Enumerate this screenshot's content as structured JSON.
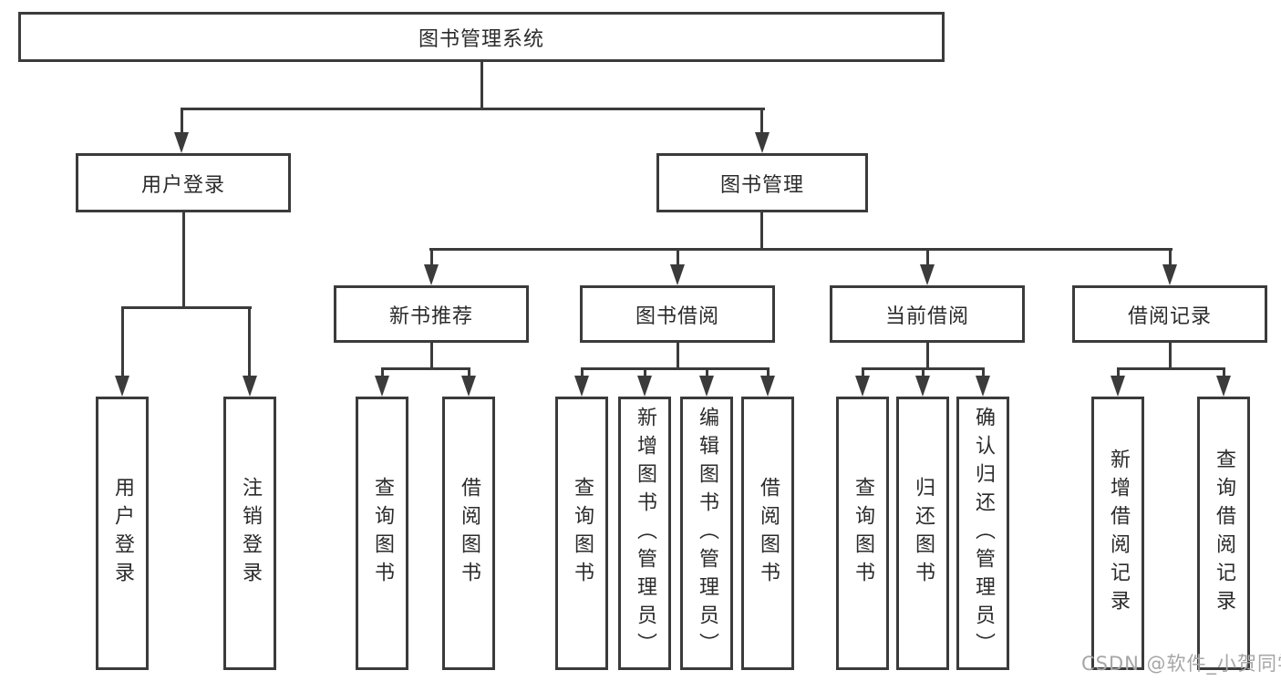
{
  "diagram": {
    "root": "图书管理系统",
    "login_branch": {
      "label": "用户登录",
      "children": [
        "用户登录",
        "注销登录"
      ]
    },
    "mgmt_branch": {
      "label": "图书管理",
      "groups": [
        {
          "label": "新书推荐",
          "children": [
            "查询图书",
            "借阅图书"
          ]
        },
        {
          "label": "图书借阅",
          "children": [
            "查询图书",
            "新增图书（管理员）",
            "编辑图书（管理员）",
            "借阅图书"
          ]
        },
        {
          "label": "当前借阅",
          "children": [
            "查询图书",
            "归还图书",
            "确认归还（管理员）"
          ]
        },
        {
          "label": "借阅记录",
          "children": [
            "新增借阅记录",
            "查询借阅记录"
          ]
        }
      ]
    }
  },
  "watermark": "CSDN @软件_小贺同学",
  "colors": {
    "line": "#3b3b3b",
    "text": "#2b2b2b",
    "watermark": "#a6a6a6",
    "background": "#ffffff"
  }
}
